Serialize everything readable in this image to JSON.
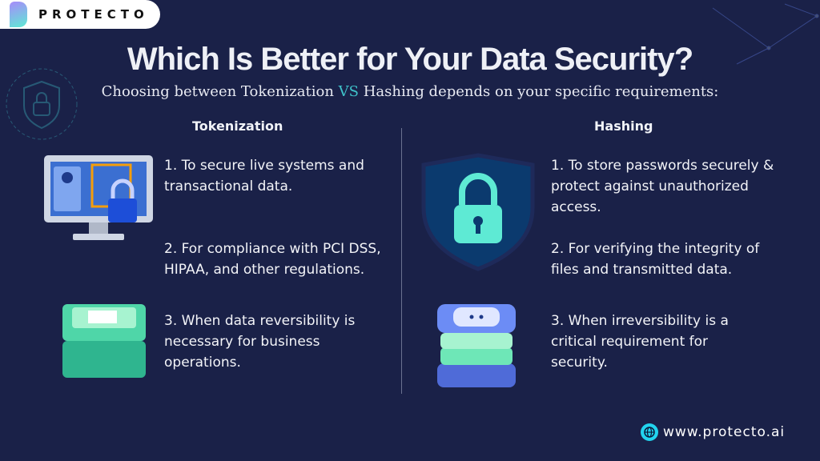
{
  "brand": {
    "name": "PROTECTO",
    "website": "www.protecto.ai"
  },
  "title": "Which Is Better for Your Data Security?",
  "subtitle": {
    "before": "Choosing between Tokenization ",
    "vs": "VS",
    "after": " Hashing depends on your specific requirements:"
  },
  "columns": [
    {
      "heading": "Tokenization",
      "items": [
        "1. To secure live systems and transactional data.",
        "2. For compliance with PCI DSS, HIPAA, and other regulations.",
        "3. When data reversibility is necessary for business operations."
      ]
    },
    {
      "heading": "Hashing",
      "items": [
        "1. To store passwords securely & protect against unauthorized access.",
        "2. For verifying the integrity of files and transmitted data.",
        "3. When irreversibility is a critical requirement for security."
      ]
    }
  ],
  "colors": {
    "background": "#1a2148",
    "accent": "#3fc1c9"
  }
}
